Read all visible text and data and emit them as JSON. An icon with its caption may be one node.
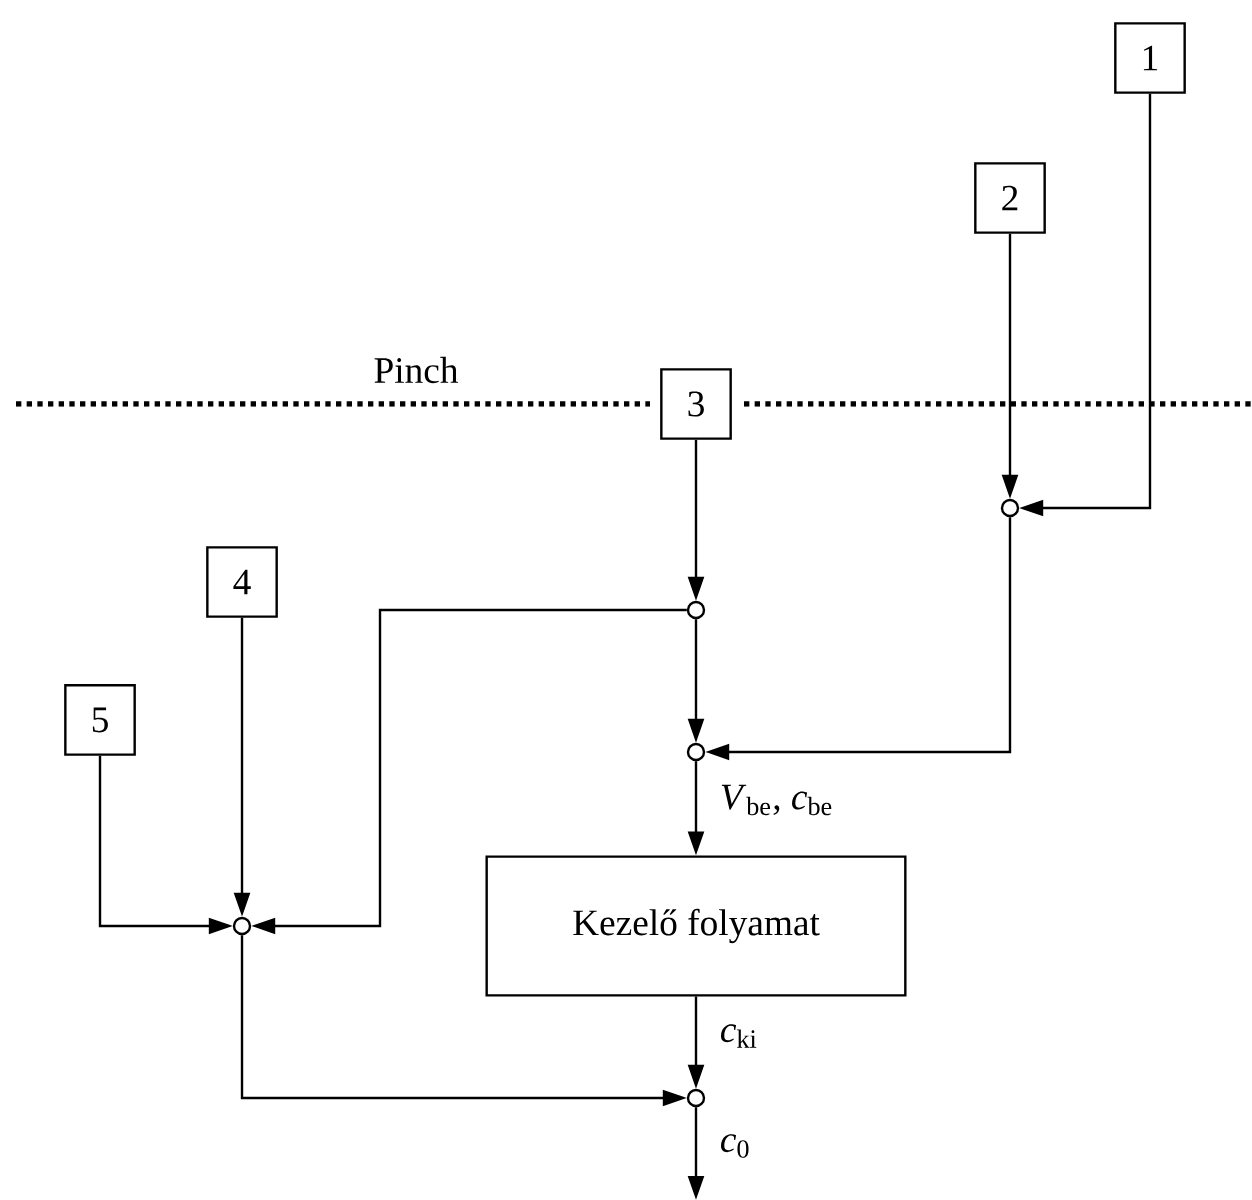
{
  "diagram": {
    "nodes": [
      {
        "text": [
          "1"
        ]
      },
      {
        "text": [
          "2"
        ]
      },
      {
        "text": [
          "3"
        ]
      },
      {
        "text": [
          "4"
        ]
      },
      {
        "text": [
          "5"
        ]
      },
      {
        "text": [],
        "shape": "circle"
      },
      {
        "text": [],
        "shape": "circle"
      },
      {
        "text": [],
        "shape": "circle"
      },
      {
        "text": [
          "Kezelő folyamat"
        ]
      },
      {
        "text": [],
        "shape": "circle"
      },
      {
        "text": [],
        "shape": "circle"
      }
    ],
    "edges": [
      {
        "from": 0,
        "to": 5,
        "arrow": "to"
      },
      {
        "from": 1,
        "to": 5,
        "arrow": "to"
      },
      {
        "from": 2,
        "to": 6,
        "arrow": "to"
      },
      {
        "from": 6,
        "to": 9,
        "arrow": "to"
      },
      {
        "from": 6,
        "to": 7,
        "arrow": "to"
      },
      {
        "from": 5,
        "to": 7,
        "arrow": "to"
      },
      {
        "from": 7,
        "to": 8,
        "arrow": "to",
        "label": "*V*$_{be}$, *c*$_{be}$"
      },
      {
        "from": 3,
        "to": 9,
        "arrow": "to"
      },
      {
        "from": 4,
        "to": 9,
        "arrow": "to"
      },
      {
        "from": 9,
        "to": 10,
        "arrow": "to"
      },
      {
        "from": 8,
        "to": 10,
        "arrow": "to",
        "label": "*c*$_{ki}$"
      },
      {
        "from": 10,
        "to": null,
        "arrow": "to",
        "label": "*c*$_{0}$"
      }
    ],
    "labels": [
      "Pinch"
    ]
  }
}
